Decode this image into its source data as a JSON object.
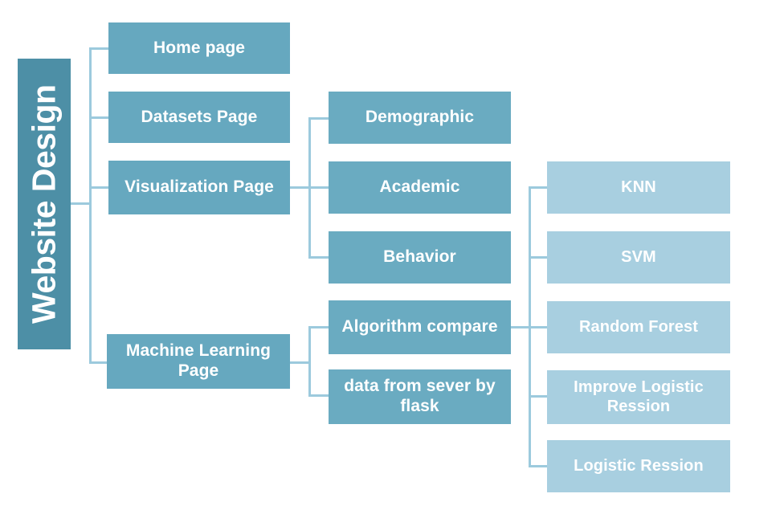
{
  "diagram": {
    "title": "Website Design",
    "type": "tree-hierarchy",
    "colors": {
      "root": "#4d8fa6",
      "level2": "#66a8bf",
      "level3": "#6aabc1",
      "level4": "#a8cfe0",
      "connector": "#9ccadd",
      "text": "#ffffff",
      "background": "#ffffff"
    },
    "root": {
      "label": "Website Design"
    },
    "level2": [
      {
        "label": "Home page"
      },
      {
        "label": "Datasets Page"
      },
      {
        "label": "Visualization Page"
      },
      {
        "label": "Machine Learning Page"
      }
    ],
    "level3": [
      {
        "label": "Demographic",
        "parent": "Visualization Page"
      },
      {
        "label": "Academic",
        "parent": "Visualization Page"
      },
      {
        "label": "Behavior",
        "parent": "Visualization Page"
      },
      {
        "label": "Algorithm compare",
        "parent": "Machine Learning Page"
      },
      {
        "label": "data from sever by flask",
        "parent": "Machine Learning Page"
      }
    ],
    "level4": [
      {
        "label": "KNN",
        "parent": "Algorithm compare"
      },
      {
        "label": "SVM",
        "parent": "Algorithm compare"
      },
      {
        "label": "Random Forest",
        "parent": "Algorithm compare"
      },
      {
        "label": "Improve Logistic Ression",
        "parent": "Algorithm compare"
      },
      {
        "label": "Logistic Ression",
        "parent": "Algorithm compare"
      }
    ]
  }
}
